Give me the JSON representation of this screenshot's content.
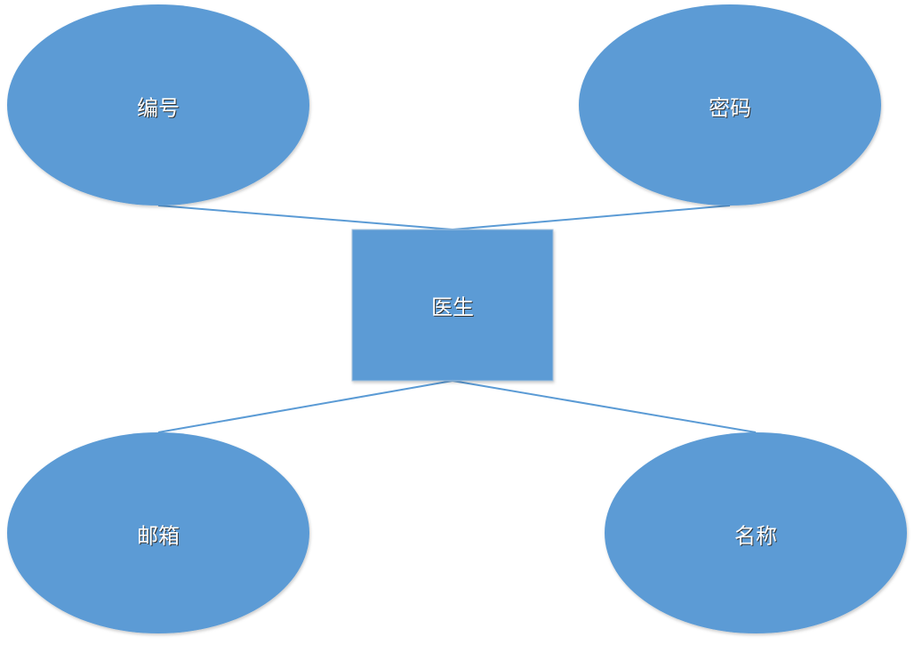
{
  "colors": {
    "shape_fill": "#5B9BD5",
    "line": "#5B9BD5",
    "text": "#FFFFFF"
  },
  "entity": {
    "label": "医生"
  },
  "attributes": [
    {
      "label": "编号"
    },
    {
      "label": "密码"
    },
    {
      "label": "邮箱"
    },
    {
      "label": "名称"
    }
  ]
}
